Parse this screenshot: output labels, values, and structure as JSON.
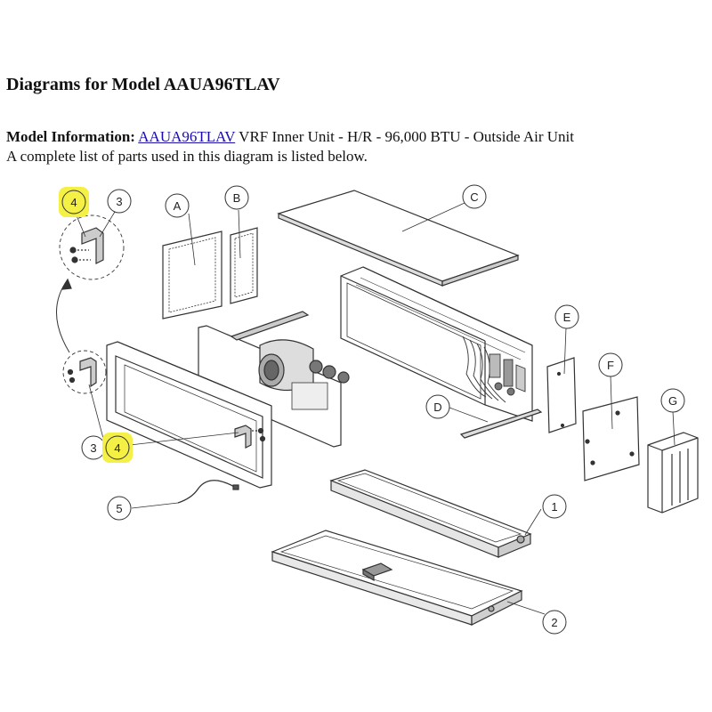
{
  "page": {
    "title": "Diagrams for Model AAUA96TLAV",
    "model_info_label": "Model Information:",
    "model_link": "AAUA96TLAV",
    "model_description": " VRF Inner Unit - H/R - 96,000 BTU - Outside Air Unit",
    "parts_note": "A complete list of parts used in this diagram is listed below."
  },
  "diagram": {
    "highlight_color": "#f5f045",
    "callouts": {
      "A": "A",
      "B": "B",
      "C": "C",
      "D": "D",
      "E": "E",
      "F": "F",
      "G": "G",
      "p1": "1",
      "p2": "2",
      "p3_top": "3",
      "p4_top": "4",
      "p3_mid": "3",
      "p4_mid": "4",
      "p5": "5"
    }
  }
}
